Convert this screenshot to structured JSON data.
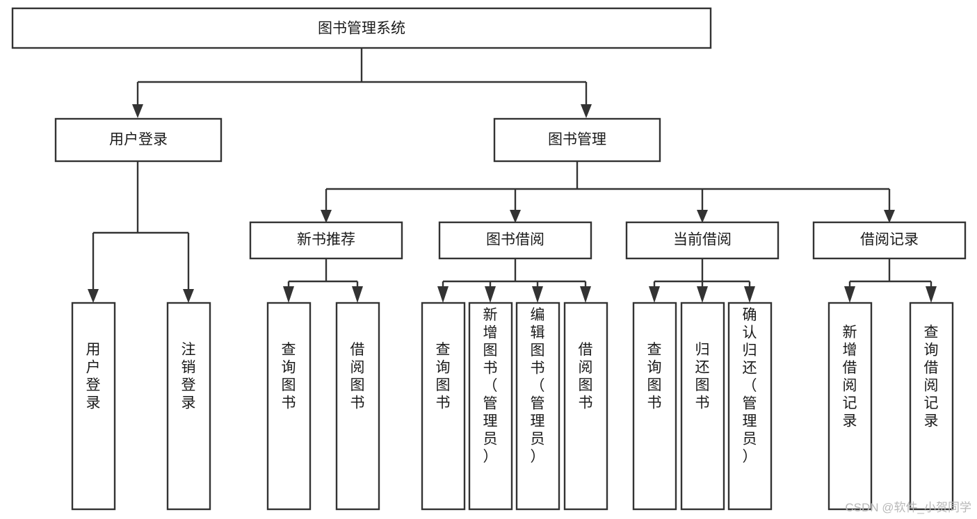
{
  "diagram": {
    "type": "tree-hierarchy-chart",
    "title": "图书管理系统",
    "orientation": "top-down",
    "colors": {
      "box_fill": "#ffffff",
      "box_stroke": "#333333",
      "text": "#1a1a1a",
      "background": "#ffffff",
      "watermark": "#b8b8b8"
    },
    "levels": [
      {
        "level": 1,
        "nodes": [
          {
            "id": "root",
            "label": "图书管理系统",
            "orientation": "horizontal"
          }
        ]
      },
      {
        "level": 2,
        "nodes": [
          {
            "id": "login",
            "label": "用户登录",
            "orientation": "horizontal",
            "parent": "root"
          },
          {
            "id": "bookmgmt",
            "label": "图书管理",
            "orientation": "horizontal",
            "parent": "root"
          }
        ]
      },
      {
        "level": 3,
        "nodes": [
          {
            "id": "newbook",
            "label": "新书推荐",
            "orientation": "horizontal",
            "parent": "bookmgmt"
          },
          {
            "id": "borrow",
            "label": "图书借阅",
            "orientation": "horizontal",
            "parent": "bookmgmt"
          },
          {
            "id": "current",
            "label": "当前借阅",
            "orientation": "horizontal",
            "parent": "bookmgmt"
          },
          {
            "id": "records",
            "label": "借阅记录",
            "orientation": "horizontal",
            "parent": "bookmgmt"
          }
        ]
      },
      {
        "level": 4,
        "nodes": [
          {
            "id": "leaf1",
            "label": "用户登录",
            "orientation": "vertical",
            "parent": "login"
          },
          {
            "id": "leaf2",
            "label": "注销登录",
            "orientation": "vertical",
            "parent": "login"
          },
          {
            "id": "leaf3",
            "label": "查询图书",
            "orientation": "vertical",
            "parent": "newbook"
          },
          {
            "id": "leaf4",
            "label": "借阅图书",
            "orientation": "vertical",
            "parent": "newbook"
          },
          {
            "id": "leaf5",
            "label": "查询图书",
            "orientation": "vertical",
            "parent": "borrow"
          },
          {
            "id": "leaf6",
            "label": "新增图书（管理员）",
            "orientation": "vertical",
            "parent": "borrow"
          },
          {
            "id": "leaf7",
            "label": "编辑图书（管理员）",
            "orientation": "vertical",
            "parent": "borrow"
          },
          {
            "id": "leaf8",
            "label": "借阅图书",
            "orientation": "vertical",
            "parent": "borrow"
          },
          {
            "id": "leaf9",
            "label": "查询图书",
            "orientation": "vertical",
            "parent": "current"
          },
          {
            "id": "leaf10",
            "label": "归还图书",
            "orientation": "vertical",
            "parent": "current"
          },
          {
            "id": "leaf11",
            "label": "确认归还（管理员）",
            "orientation": "vertical",
            "parent": "current"
          },
          {
            "id": "leaf12",
            "label": "新增借阅记录",
            "orientation": "vertical",
            "parent": "records"
          },
          {
            "id": "leaf13",
            "label": "查询借阅记录",
            "orientation": "vertical",
            "parent": "records"
          }
        ]
      }
    ]
  },
  "watermark": {
    "text": "CSDN @软件_小贺同学"
  }
}
